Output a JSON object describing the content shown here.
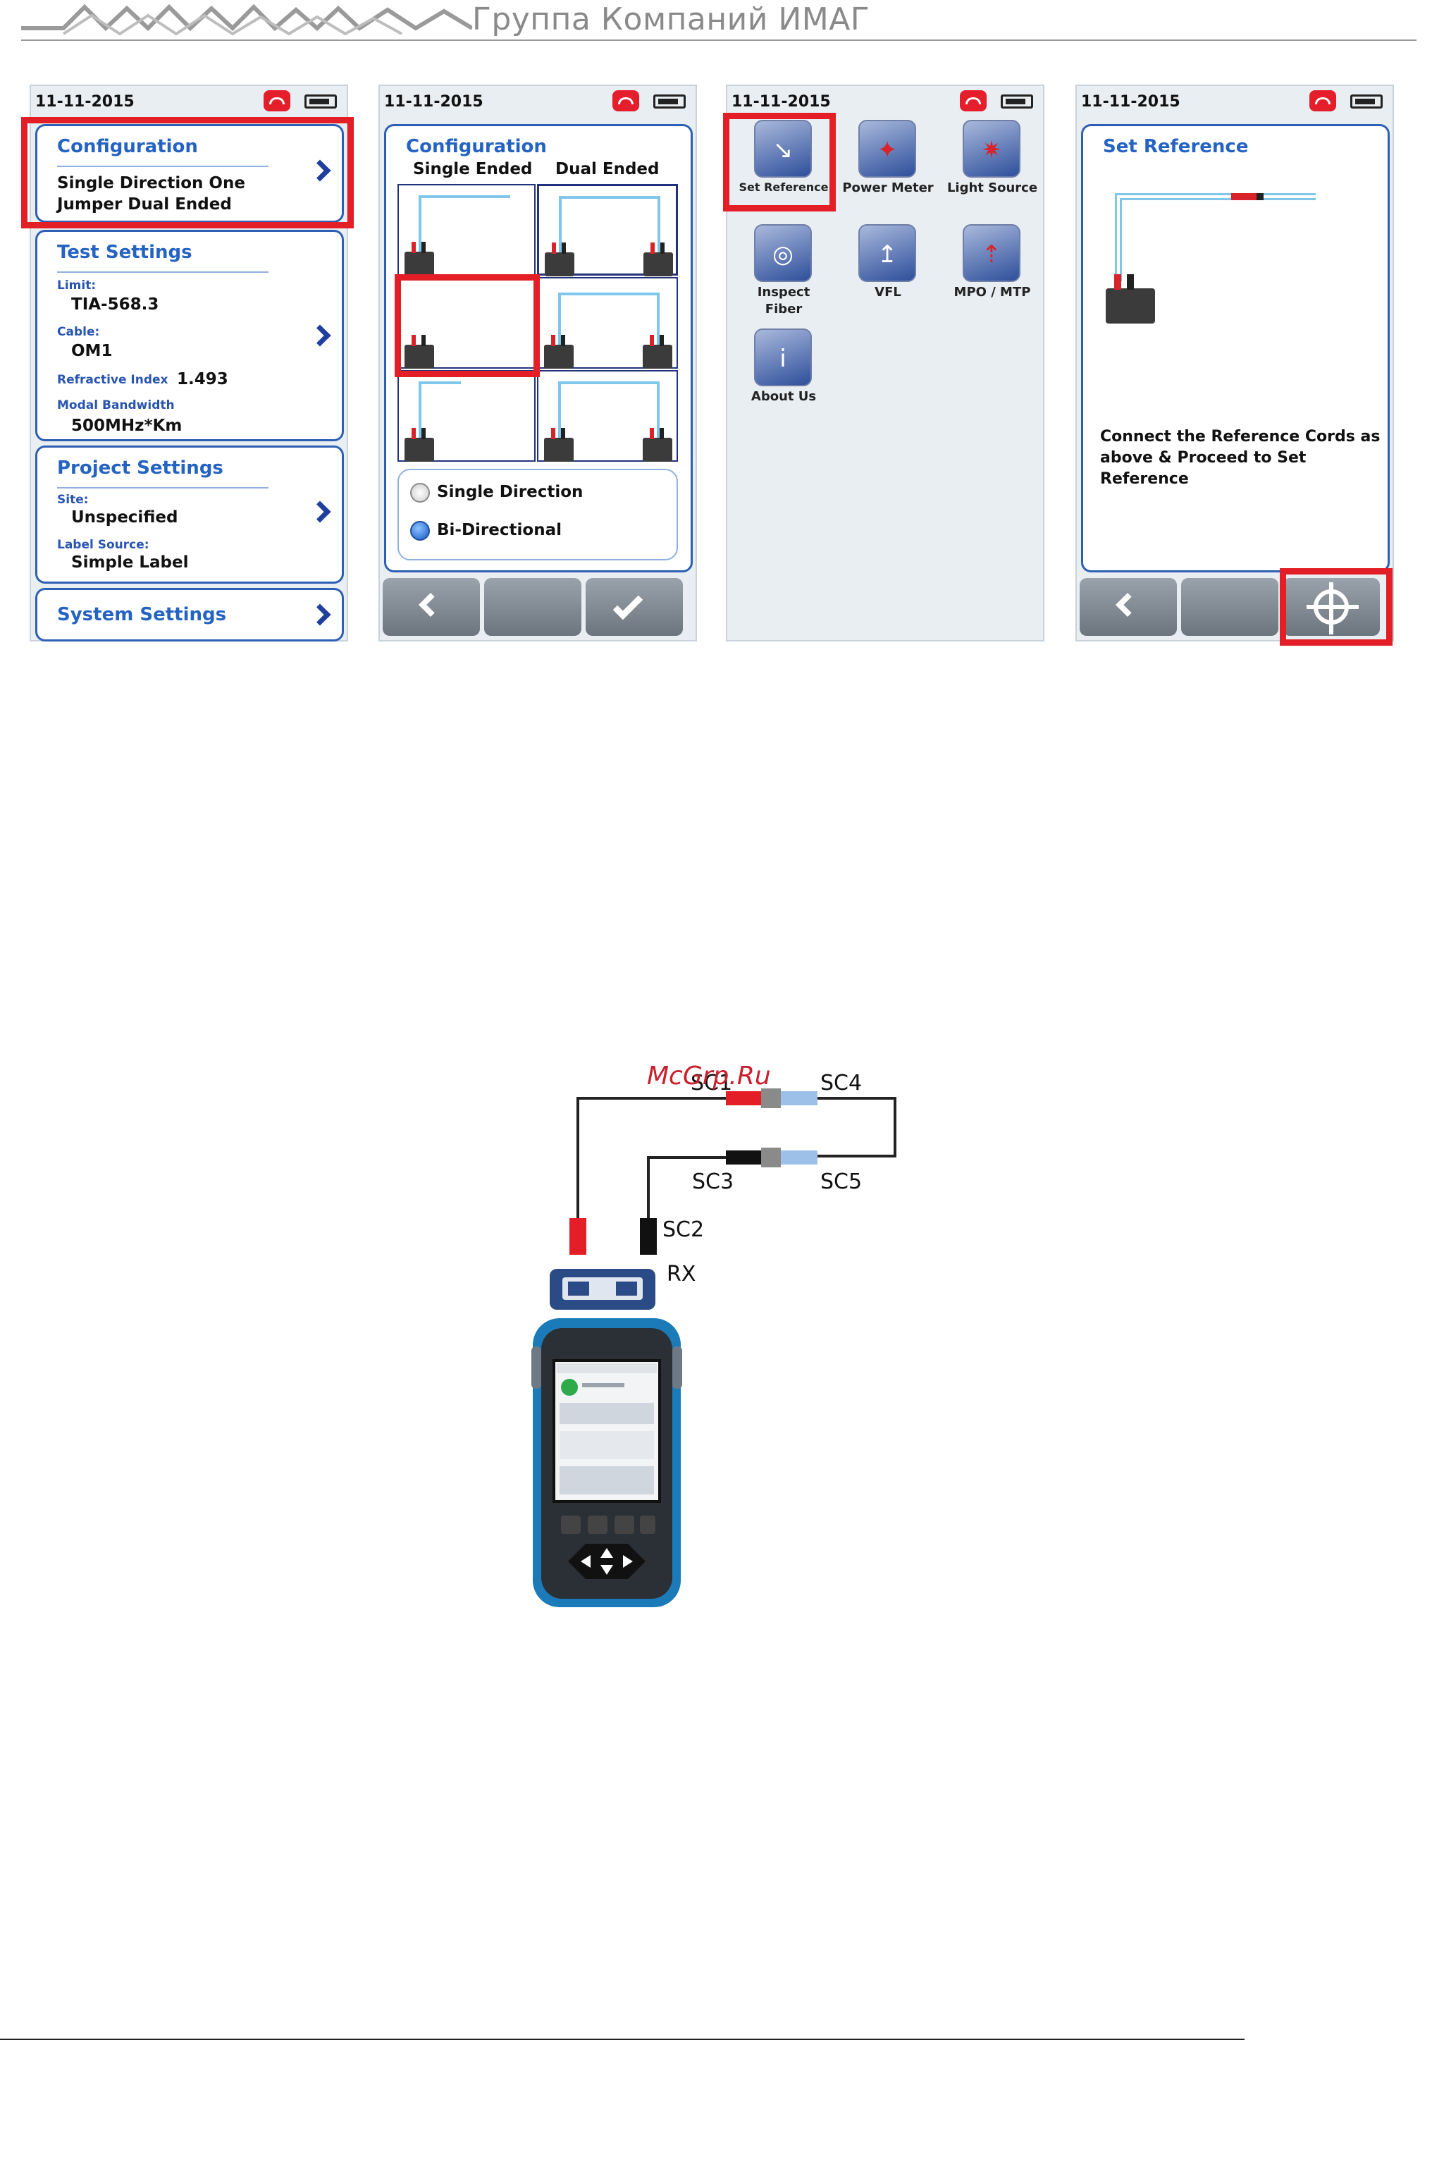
{
  "header": {
    "company": "Группа Компаний ИМАГ"
  },
  "screens": {
    "s1": {
      "date": "11-11-2015",
      "config": {
        "title": "Configuration",
        "line1": "Single Direction One",
        "line2": "Jumper Dual Ended"
      },
      "test": {
        "title": "Test Settings",
        "limit_label": "Limit:",
        "limit_value": "TIA-568.3",
        "cable_label": "Cable:",
        "cable_value": "OM1",
        "ri_label": "Refractive Index",
        "ri_value": "1.493",
        "mb_label": "Modal Bandwidth",
        "mb_value": "500MHz*Km"
      },
      "project": {
        "title": "Project Settings",
        "site_label": "Site:",
        "site_value": "Unspecified",
        "label_source_label": "Label Source:",
        "label_source_value": "Simple Label"
      },
      "system": {
        "title": "System Settings"
      }
    },
    "s2": {
      "date": "11-11-2015",
      "title": "Configuration",
      "col1": "Single Ended",
      "col2": "Dual Ended",
      "radio1": "Single Direction",
      "radio2": "Bi-Directional",
      "selected": "Bi-Directional"
    },
    "s3": {
      "date": "11-11-2015",
      "tiles": [
        {
          "label": "Set Reference",
          "icon": "set-reference-icon"
        },
        {
          "label": "Power Meter",
          "icon": "power-meter-icon"
        },
        {
          "label": "Light Source",
          "icon": "light-source-icon"
        },
        {
          "label1": "Inspect",
          "label2": "Fiber",
          "icon": "inspect-fiber-icon"
        },
        {
          "label": "VFL",
          "icon": "vfl-icon"
        },
        {
          "label": "MPO / MTP",
          "icon": "mpo-mtp-icon"
        },
        {
          "label": "About Us",
          "icon": "about-us-icon"
        }
      ]
    },
    "s4": {
      "date": "11-11-2015",
      "title": "Set Reference",
      "instruction1": "Connect the Reference Cords as",
      "instruction2": "above & Proceed to Set",
      "instruction3": "Reference"
    }
  },
  "diagram": {
    "watermark": "McGrp.Ru",
    "labels": {
      "sc1": "SC1",
      "sc2": "SC2",
      "sc3": "SC3",
      "sc4": "SC4",
      "sc5": "SC5",
      "rx": "RX"
    }
  }
}
